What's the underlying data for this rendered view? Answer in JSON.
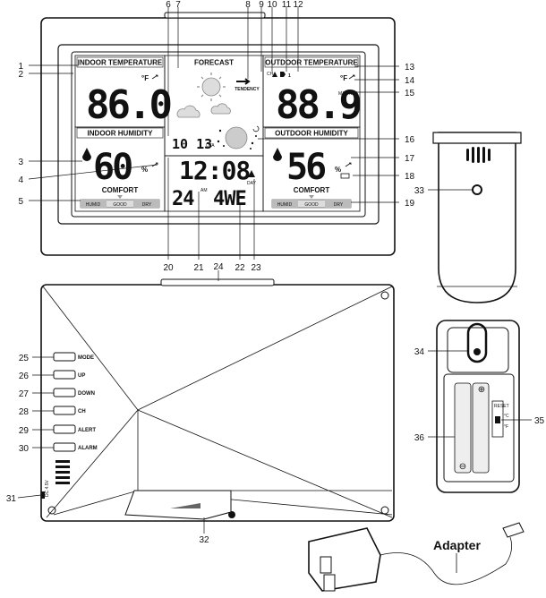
{
  "front": {
    "indoor_temperature_title": "INDOOR TEMPERATURE",
    "indoor_temp_value": "86.0",
    "indoor_temp_unit": "°F",
    "forecast_title": "FORECAST",
    "tendency_label": "TENDENCY",
    "outdoor_temperature_title": "OUTDOOR TEMPERATURE",
    "outdoor_temp_value": "88.9",
    "outdoor_temp_unit": "°F",
    "max_min_label": "MAX MIN",
    "ch_label": "CH",
    "channel_value": "1",
    "indoor_humidity_title": "INDOOR HUMIDITY",
    "indoor_humidity_value": "60",
    "humidity_unit": "%",
    "outdoor_humidity_title": "OUTDOOR HUMIDITY",
    "outdoor_humidity_value": "56",
    "date_value": "10 13",
    "date_suffix": "DTA",
    "time_value": "12:08",
    "seconds_value": "24",
    "am_pm": "AM",
    "weekday_value": "4WE",
    "dst_label": "DAY",
    "comfort_label_left": "COMFORT",
    "comfort_label_right": "COMFORT",
    "comfort_scale": [
      "HUMID",
      "GOOD",
      "DRY"
    ]
  },
  "back": {
    "buttons": [
      "MODE",
      "UP",
      "DOWN",
      "CH",
      "ALERT",
      "ALARM"
    ],
    "dc_label": "DC 4.5V",
    "reset_label": "RESET",
    "switch_labels": [
      "°C",
      "°F"
    ],
    "adapter_label": "Adapter"
  },
  "callouts": [
    "1",
    "2",
    "3",
    "4",
    "5",
    "6",
    "7",
    "8",
    "9",
    "10",
    "11",
    "12",
    "13",
    "14",
    "15",
    "16",
    "17",
    "18",
    "19",
    "20",
    "21",
    "22",
    "23",
    "24",
    "25",
    "26",
    "27",
    "28",
    "29",
    "30",
    "31",
    "32",
    "33",
    "34",
    "35",
    "36"
  ]
}
